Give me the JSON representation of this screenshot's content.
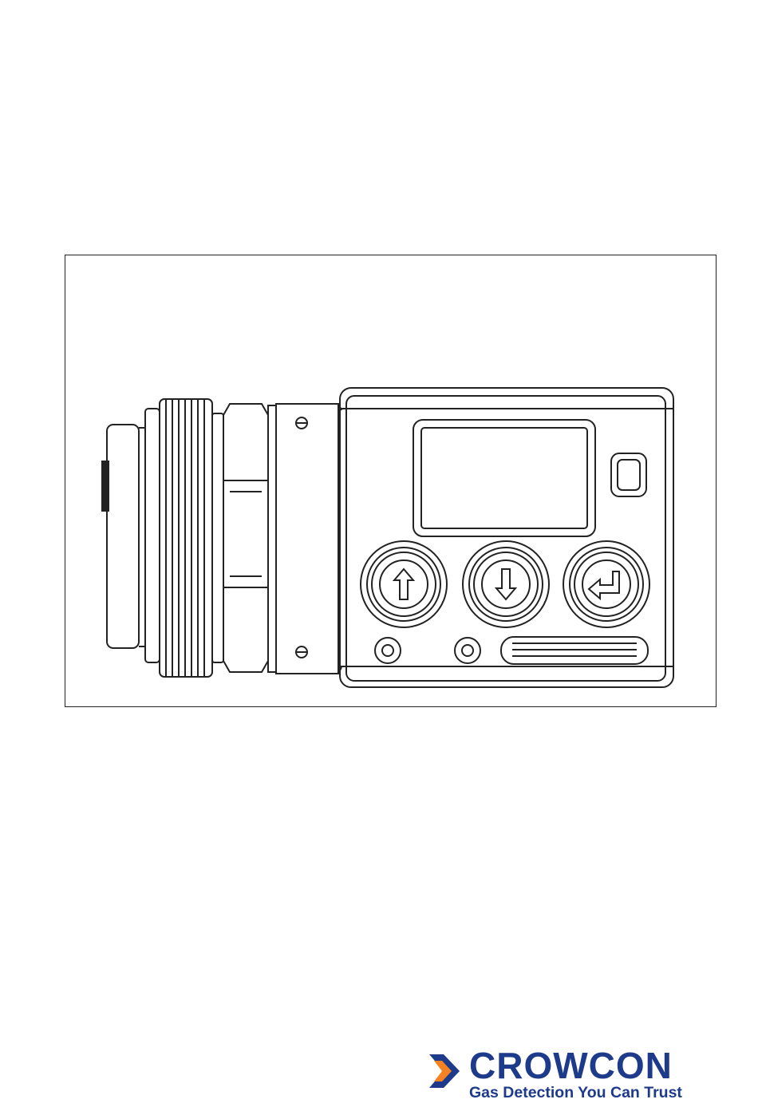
{
  "figure": {
    "subject": "gas detector front view line drawing",
    "buttons": [
      {
        "name": "up",
        "icon": "arrow-up-icon"
      },
      {
        "name": "down",
        "icon": "arrow-down-icon"
      },
      {
        "name": "enter",
        "icon": "enter-return-icon"
      }
    ]
  },
  "brand": {
    "name": "CROWCON",
    "tagline": "Gas Detection You Can Trust",
    "colors": {
      "primary": "#1e3a8a",
      "accent": "#f58220"
    }
  }
}
